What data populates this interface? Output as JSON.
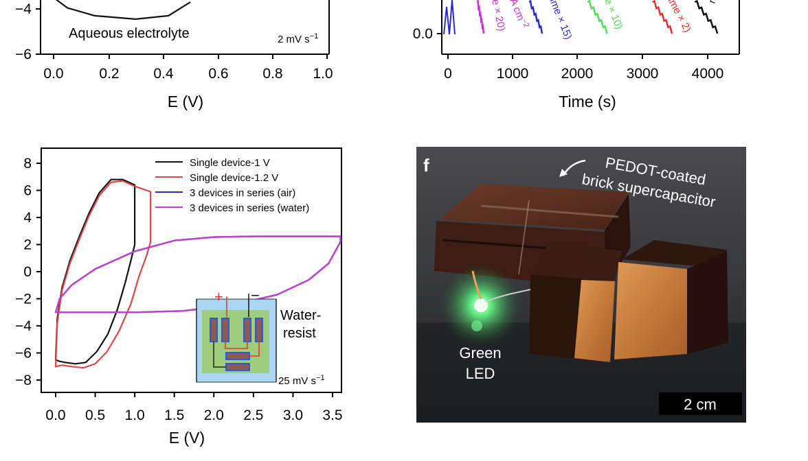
{
  "chart_data": [
    {
      "type": "line",
      "xlabel": "E (V)",
      "xlim": [
        -0.05,
        1.05
      ],
      "ylim": [
        -6,
        0
      ],
      "x_ticks": [
        "0.0",
        "0.2",
        "0.4",
        "0.6",
        "0.8",
        "1.0"
      ],
      "y_ticks": [
        "−4",
        "−6"
      ],
      "annotation": "Aqueous electrolyte",
      "scan_rate": "2 mV s",
      "scan_rate_exp": "−1",
      "series": [
        {
          "x": [
            0.0,
            0.05,
            0.15,
            0.3,
            0.42,
            0.5
          ],
          "y": [
            -3.5,
            -3.95,
            -4.3,
            -4.45,
            -4.3,
            -3.7
          ]
        }
      ]
    },
    {
      "type": "line",
      "xlabel": "Time (s)",
      "xlim": [
        -50,
        4500
      ],
      "y_ticks": [
        "0.0"
      ],
      "x_ticks": [
        "0",
        "1000",
        "2000",
        "3000",
        "4000"
      ],
      "labels": [
        "e × 20)",
        "A cm",
        "ime × 15)",
        "e × 10)",
        "ime × 2)",
        "n"
      ],
      "label_exps": [
        "−2",
        "−2"
      ],
      "series": [
        {
          "color": "#cc33cc",
          "x_start": 450,
          "x_end": 550
        },
        {
          "color": "#2b2bc8",
          "x_start": 1250,
          "x_end": 1450
        },
        {
          "color": "#55dd55",
          "x_start": 2150,
          "x_end": 2450
        },
        {
          "color": "#e03030",
          "x_start": 3150,
          "x_end": 3450
        },
        {
          "color": "#111111",
          "x_start": 3800,
          "x_end": 4150
        }
      ]
    },
    {
      "type": "line",
      "xlabel": "E (V)",
      "xlim": [
        -0.2,
        3.7
      ],
      "ylim": [
        -9,
        9
      ],
      "x_ticks": [
        "0.0",
        "0.5",
        "1.0",
        "1.5",
        "2.0",
        "2.5",
        "3.0",
        "3.5"
      ],
      "y_ticks": [
        "8",
        "6",
        "4",
        "2",
        "0",
        "−2",
        "−4",
        "−6",
        "−8"
      ],
      "legend_position": "top-right",
      "inset_label_line1": "Water-",
      "inset_label_line2": "resist",
      "scan_rate": "25 mV s",
      "scan_rate_exp": "−1",
      "inset_plus": "+",
      "inset_minus": "−",
      "series": [
        {
          "name": "Single device-1 V",
          "color": "#111111",
          "x": [
            0.0,
            0.02,
            0.08,
            0.18,
            0.3,
            0.42,
            0.55,
            0.7,
            0.85,
            1.0,
            1.0,
            0.95,
            0.88,
            0.78,
            0.66,
            0.52,
            0.38,
            0.25,
            0.12,
            0.04,
            0.0
          ],
          "y": [
            -6.5,
            -3.5,
            -1.2,
            0.8,
            2.6,
            4.3,
            5.8,
            6.8,
            6.8,
            6.4,
            2.0,
            0.8,
            -0.8,
            -2.8,
            -4.6,
            -5.9,
            -6.7,
            -6.8,
            -6.7,
            -6.6,
            -6.5
          ]
        },
        {
          "name": "Single device-1.2 V",
          "color": "#e04545",
          "x": [
            0.0,
            0.02,
            0.08,
            0.18,
            0.3,
            0.42,
            0.55,
            0.7,
            0.85,
            1.0,
            1.2,
            1.2,
            1.15,
            1.05,
            0.95,
            0.8,
            0.65,
            0.5,
            0.35,
            0.2,
            0.08,
            0.0
          ],
          "y": [
            -7.0,
            -3.8,
            -1.4,
            0.6,
            2.4,
            4.1,
            5.6,
            6.6,
            6.7,
            6.3,
            5.9,
            2.2,
            1.2,
            -0.4,
            -2.4,
            -4.4,
            -5.9,
            -6.8,
            -7.1,
            -7.0,
            -6.9,
            -7.0
          ]
        },
        {
          "name": "3 devices in series (air)",
          "color": "#2b2bc8",
          "x": [
            0.0,
            0.05,
            0.2,
            0.5,
            1.0,
            1.5,
            2.0,
            2.5,
            3.0,
            3.4,
            3.6,
            3.6,
            3.45,
            3.2,
            2.8,
            2.2,
            1.6,
            1.0,
            0.5,
            0.2,
            0.0
          ],
          "y": [
            -3.0,
            -2.0,
            -1.0,
            0.2,
            1.5,
            2.3,
            2.55,
            2.6,
            2.6,
            2.6,
            2.6,
            2.2,
            0.6,
            -0.6,
            -1.7,
            -2.5,
            -2.9,
            -3.0,
            -3.0,
            -3.0,
            -3.0
          ]
        },
        {
          "name": "3 devices in series (water)",
          "color": "#c040d0",
          "x": [
            0.0,
            0.05,
            0.2,
            0.5,
            1.0,
            1.5,
            2.0,
            2.5,
            3.0,
            3.4,
            3.6,
            3.6,
            3.45,
            3.2,
            2.8,
            2.2,
            1.6,
            1.0,
            0.5,
            0.2,
            0.0
          ],
          "y": [
            -3.0,
            -2.0,
            -1.0,
            0.2,
            1.5,
            2.3,
            2.55,
            2.6,
            2.6,
            2.6,
            2.6,
            2.2,
            0.6,
            -0.6,
            -1.7,
            -2.5,
            -2.9,
            -3.0,
            -3.0,
            -3.0,
            -3.0
          ]
        }
      ]
    }
  ],
  "photo": {
    "panel_letter": "f",
    "caption_line1": "PEDOT-coated",
    "caption_line2": "brick supercapacitor",
    "led_line1": "Green",
    "led_line2": "LED",
    "scale_bar": "2 cm"
  }
}
